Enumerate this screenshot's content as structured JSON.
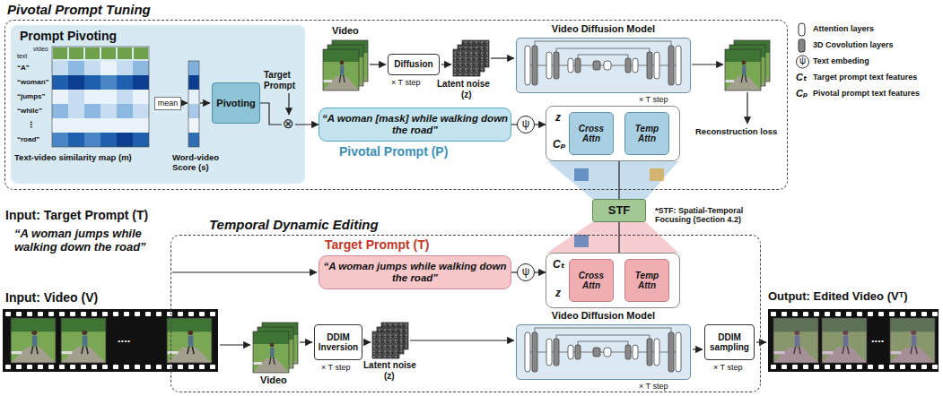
{
  "diagram": {
    "nodes": [
      {
        "text": [
          "Pivotal Prompt Tuning"
        ]
      },
      {
        "text": [
          "Prompt Pivoting"
        ],
        "in": 0
      },
      {
        "text": [
          "mean"
        ],
        "in": 1
      },
      {
        "text": [
          "Pivoting"
        ],
        "in": 1
      },
      {
        "text": [
          "Diffusion"
        ],
        "in": 0
      },
      {
        "text": [
          "Video Diffusion Model"
        ],
        "in": 0
      },
      {
        "text": [
          "“A woman [mask] while walking down the road”"
        ],
        "in": 0
      },
      {
        "text": [
          "ψ"
        ],
        "in": 0
      },
      {
        "text": [
          "z",
          "Cₚ"
        ],
        "in": 0
      },
      {
        "text": [
          "Cross Attn"
        ],
        "in": 8
      },
      {
        "text": [
          "Temp Attn"
        ],
        "in": 8
      },
      {
        "text": [
          "STF"
        ]
      },
      {
        "text": [
          "Temporal Dynamic Editing"
        ]
      },
      {
        "text": [
          "“A woman jumps while walking down the road”"
        ],
        "in": 12
      },
      {
        "text": [
          "ψ"
        ],
        "in": 12
      },
      {
        "text": [
          "Cₜ",
          "z"
        ],
        "in": 12
      },
      {
        "text": [
          "Cross Attn"
        ],
        "in": 15
      },
      {
        "text": [
          "Temp Attn"
        ],
        "in": 15
      },
      {
        "text": [
          "DDIM Inversion"
        ],
        "in": 12
      },
      {
        "text": [
          "Video Diffusion Model"
        ],
        "in": 12
      },
      {
        "text": [
          "DDIM sampling"
        ],
        "in": 12
      }
    ],
    "edges": [
      {
        "from": 3,
        "to": 6,
        "arrow": "to"
      },
      {
        "from": 6,
        "to": 7,
        "arrow": "none"
      },
      {
        "from": 7,
        "to": 8,
        "arrow": "to"
      },
      {
        "from": 8,
        "to": 11,
        "arrow": "none"
      },
      {
        "from": 11,
        "to": 15,
        "arrow": "none"
      },
      {
        "from": 13,
        "to": 14,
        "arrow": "none"
      },
      {
        "from": 14,
        "to": 15,
        "arrow": "to"
      }
    ],
    "labels": [
      "Video",
      "× T step",
      "Latent noise",
      "(z)",
      "× T step",
      "Reconstruction loss",
      "video",
      "text",
      "“A”",
      "“woman”",
      "“jumps”",
      "“while”",
      "⋮",
      "“road”",
      "Text-video similarity map (m)",
      "Word-video Score (s)",
      "Target Prompt",
      "⊗",
      "Pivotal Prompt (P)",
      "ψ",
      "Cₜ",
      "Cₚ",
      "*STF: Spatial-Temporal Focusing (Section 4.2)",
      "Input: Target Prompt (T)",
      "“A woman jumps while walking down the road”",
      "Target Prompt (T)",
      "Input: Video (V)",
      "....",
      "Video",
      "× T step",
      "Latent noise",
      "(z)",
      "× T step",
      "× T step",
      "Output: Edited Video (Vᵀ)",
      "...."
    ],
    "legend": [
      {
        "text": "Attention layers"
      },
      {
        "text": "3D Covolution layers"
      },
      {
        "text": "Text embeding"
      },
      {
        "text": "Target prompt text features"
      },
      {
        "text": "Pivotal prompt text features"
      }
    ]
  }
}
